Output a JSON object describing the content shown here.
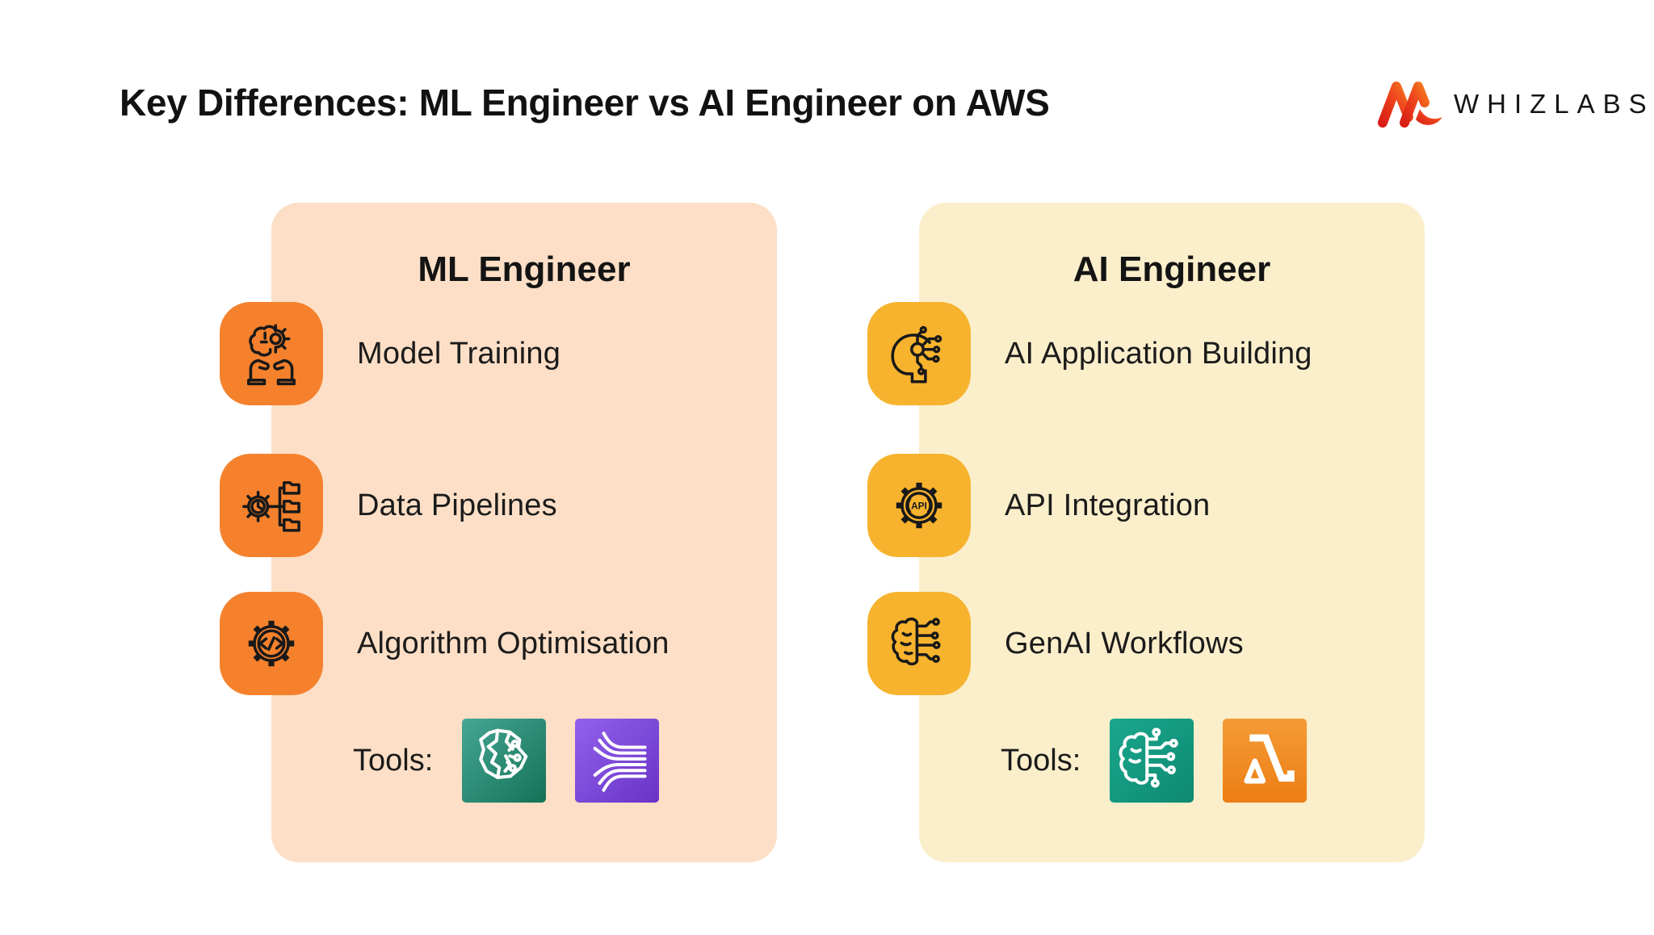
{
  "page": {
    "title": "Key Differences: ML Engineer vs AI Engineer on AWS",
    "background": "#FFFFFF"
  },
  "logo": {
    "brand": "WHIZLABS",
    "mark_icon": "whizlabs-w-mark-icon",
    "mark_color_start": "#DA1F16",
    "mark_color_end": "#F47A20"
  },
  "colors": {
    "ml_card_bg": "#FCDFC6",
    "ai_card_bg": "#FBEECB",
    "ml_icon_tile": "#F5812D",
    "ai_icon_tile": "#F7B32E",
    "icon_stroke": "#191919",
    "text": "#1B1B1B",
    "sagemaker_tile": [
      "#46A693",
      "#147257"
    ],
    "glue_tile": [
      "#9261EC",
      "#6933C6"
    ],
    "bedrock_tile": [
      "#1AA78E",
      "#0E8971"
    ],
    "lambda_tile": [
      "#F49B36",
      "#EC7E14"
    ]
  },
  "ml_card": {
    "title": "ML Engineer",
    "items": [
      {
        "label": "Model Training",
        "icon": "hands-holding-brain-gear-icon"
      },
      {
        "label": "Data Pipelines",
        "icon": "gear-clock-folders-icon"
      },
      {
        "label": "Algorithm Optimisation",
        "icon": "gear-code-icon"
      }
    ],
    "tools_label": "Tools:",
    "tools": [
      {
        "icon": "amazon-sagemaker-icon"
      },
      {
        "icon": "aws-glue-icon"
      }
    ]
  },
  "ai_card": {
    "title": "AI Engineer",
    "items": [
      {
        "label": "AI Application Building",
        "icon": "head-circuit-icon"
      },
      {
        "label": "API Integration",
        "icon": "gear-api-icon",
        "icon_text": "API"
      },
      {
        "label": "GenAI Workflows",
        "icon": "brain-circuit-icon"
      }
    ],
    "tools_label": "Tools:",
    "tools": [
      {
        "icon": "amazon-bedrock-icon"
      },
      {
        "icon": "aws-lambda-icon"
      }
    ]
  }
}
